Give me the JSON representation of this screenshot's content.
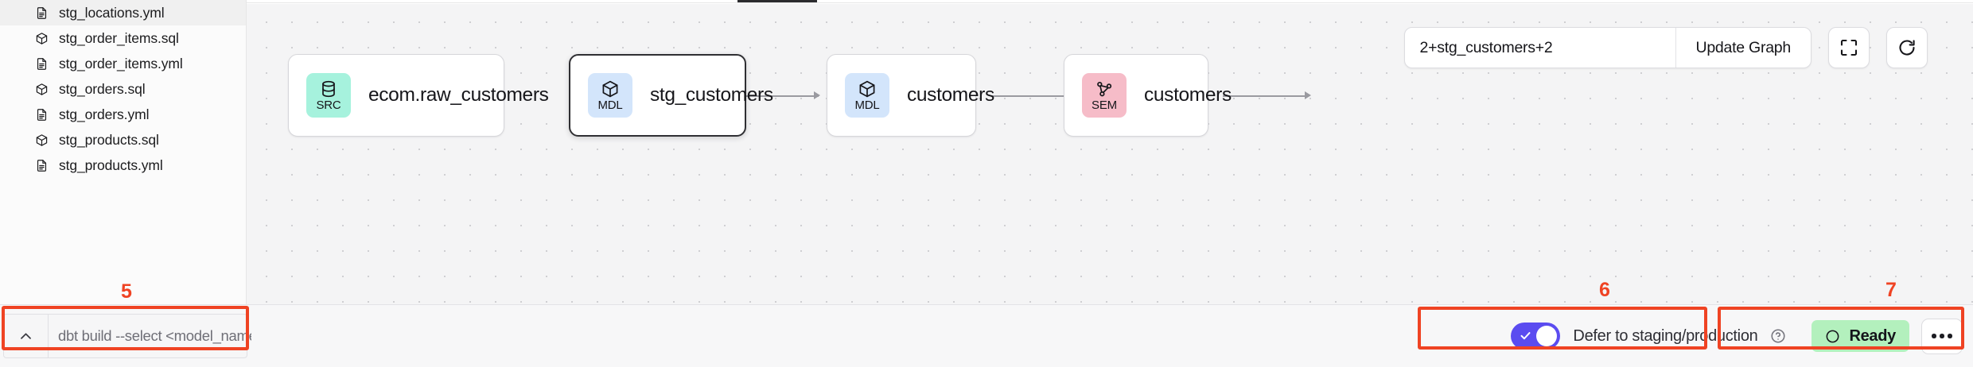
{
  "sidebar": {
    "files": [
      {
        "name": "stg_locations.yml",
        "icon": "yml-file-icon"
      },
      {
        "name": "stg_order_items.sql",
        "icon": "sql-model-icon"
      },
      {
        "name": "stg_order_items.yml",
        "icon": "yml-file-icon"
      },
      {
        "name": "stg_orders.sql",
        "icon": "sql-model-icon"
      },
      {
        "name": "stg_orders.yml",
        "icon": "yml-file-icon"
      },
      {
        "name": "stg_products.sql",
        "icon": "sql-model-icon"
      },
      {
        "name": "stg_products.yml",
        "icon": "yml-file-icon"
      }
    ]
  },
  "toolbar": {
    "graph_selector_value": "2+stg_customers+2",
    "update_graph_label": "Update Graph",
    "fit_view_icon": "fullscreen-icon",
    "refresh_icon": "refresh-icon"
  },
  "graph": {
    "nodes": [
      {
        "badge": "SRC",
        "icon": "database-icon",
        "label": "ecom.raw_customers",
        "color": "#a6f2dd",
        "selected": false
      },
      {
        "badge": "MDL",
        "icon": "cube-icon",
        "label": "stg_customers",
        "color": "#d3e5fb",
        "selected": true
      },
      {
        "badge": "MDL",
        "icon": "cube-icon",
        "label": "customers",
        "color": "#d3e5fb",
        "selected": false
      },
      {
        "badge": "SEM",
        "icon": "semantic-icon",
        "label": "customers",
        "color": "#f6bcc8",
        "selected": false
      }
    ]
  },
  "command_bar": {
    "chevron_icon": "chevron-up-icon",
    "placeholder": "dbt build --select <model_name>",
    "value": ""
  },
  "defer": {
    "label": "Defer to staging/production",
    "help_icon": "help-circle-icon",
    "enabled": true,
    "toggle_color": "#5b4cf0"
  },
  "status": {
    "text": "Ready",
    "indicator_icon": "circle-icon",
    "badge_color": "#b3f0bd",
    "more_icon": "more-horizontal-icon"
  },
  "annotations": [
    {
      "number": "5"
    },
    {
      "number": "6"
    },
    {
      "number": "7"
    }
  ],
  "colors": {
    "annotation": "#ef4323",
    "accent": "#5b4cf0",
    "canvas": "#f4f4f5"
  }
}
